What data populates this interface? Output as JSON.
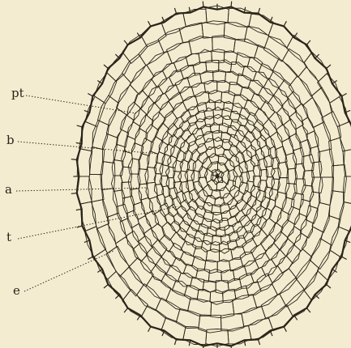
{
  "figure": {
    "labels": {
      "pt": "pt",
      "b": "b",
      "a": "a",
      "t": "t",
      "e": "e"
    },
    "colors": {
      "paper": "#f3ecd0",
      "ink": "#2a241a"
    }
  }
}
